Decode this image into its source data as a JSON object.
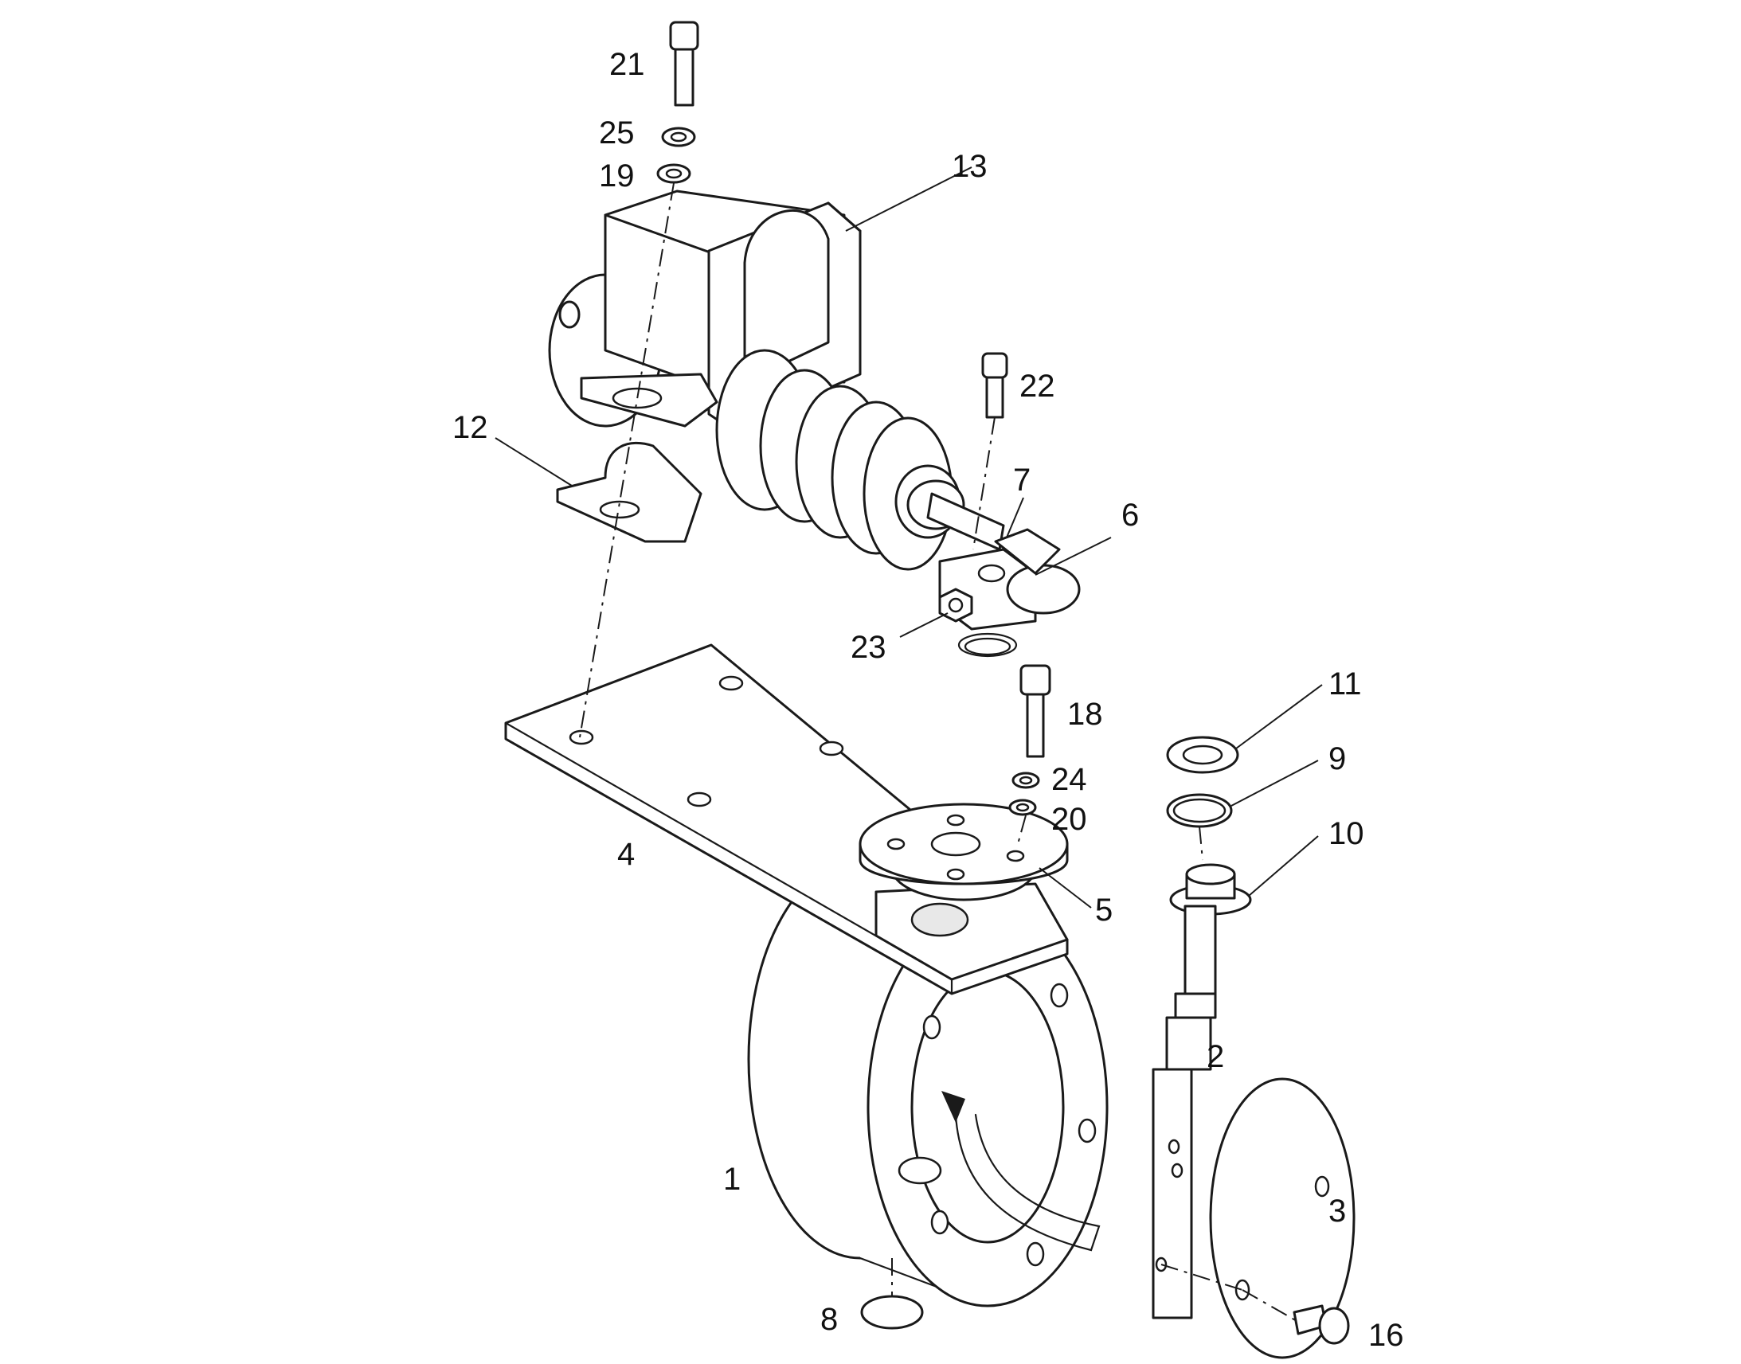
{
  "callouts": [
    {
      "id": "p21",
      "text": "21"
    },
    {
      "id": "p25",
      "text": "25"
    },
    {
      "id": "p19",
      "text": "19"
    },
    {
      "id": "p13",
      "text": "13"
    },
    {
      "id": "p22",
      "text": "22"
    },
    {
      "id": "p12",
      "text": "12"
    },
    {
      "id": "p7",
      "text": "7"
    },
    {
      "id": "p6",
      "text": "6"
    },
    {
      "id": "p23",
      "text": "23"
    },
    {
      "id": "p18",
      "text": "18"
    },
    {
      "id": "p11",
      "text": "11"
    },
    {
      "id": "p9",
      "text": "9"
    },
    {
      "id": "p24",
      "text": "24"
    },
    {
      "id": "p20",
      "text": "20"
    },
    {
      "id": "p10",
      "text": "10"
    },
    {
      "id": "p4",
      "text": "4"
    },
    {
      "id": "p5",
      "text": "5"
    },
    {
      "id": "p2",
      "text": "2"
    },
    {
      "id": "p1",
      "text": "1"
    },
    {
      "id": "p3",
      "text": "3"
    },
    {
      "id": "p8",
      "text": "8"
    },
    {
      "id": "p16",
      "text": "16"
    }
  ],
  "colors": {
    "line": "#1a1a1a",
    "background": "#ffffff",
    "shade": "#e8e8e8"
  }
}
